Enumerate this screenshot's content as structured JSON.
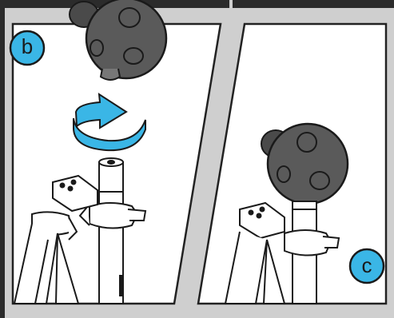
{
  "panels": [
    {
      "id": "b",
      "label": "b",
      "badge_color": "#3ab6e6"
    },
    {
      "id": "c",
      "label": "c",
      "badge_color": "#3ab6e6"
    }
  ],
  "colors": {
    "frame": "#2b2b2b",
    "panel_bg": "#ffffff",
    "panel_border": "#222222",
    "gray_band": "#cfcfcf",
    "camera_ball": "#5a5a5a",
    "rotate_arrow": "#3ab6e6"
  },
  "icons": [
    "camera-ball-icon",
    "rotate-arrow-icon",
    "tripod-mount-icon"
  ]
}
